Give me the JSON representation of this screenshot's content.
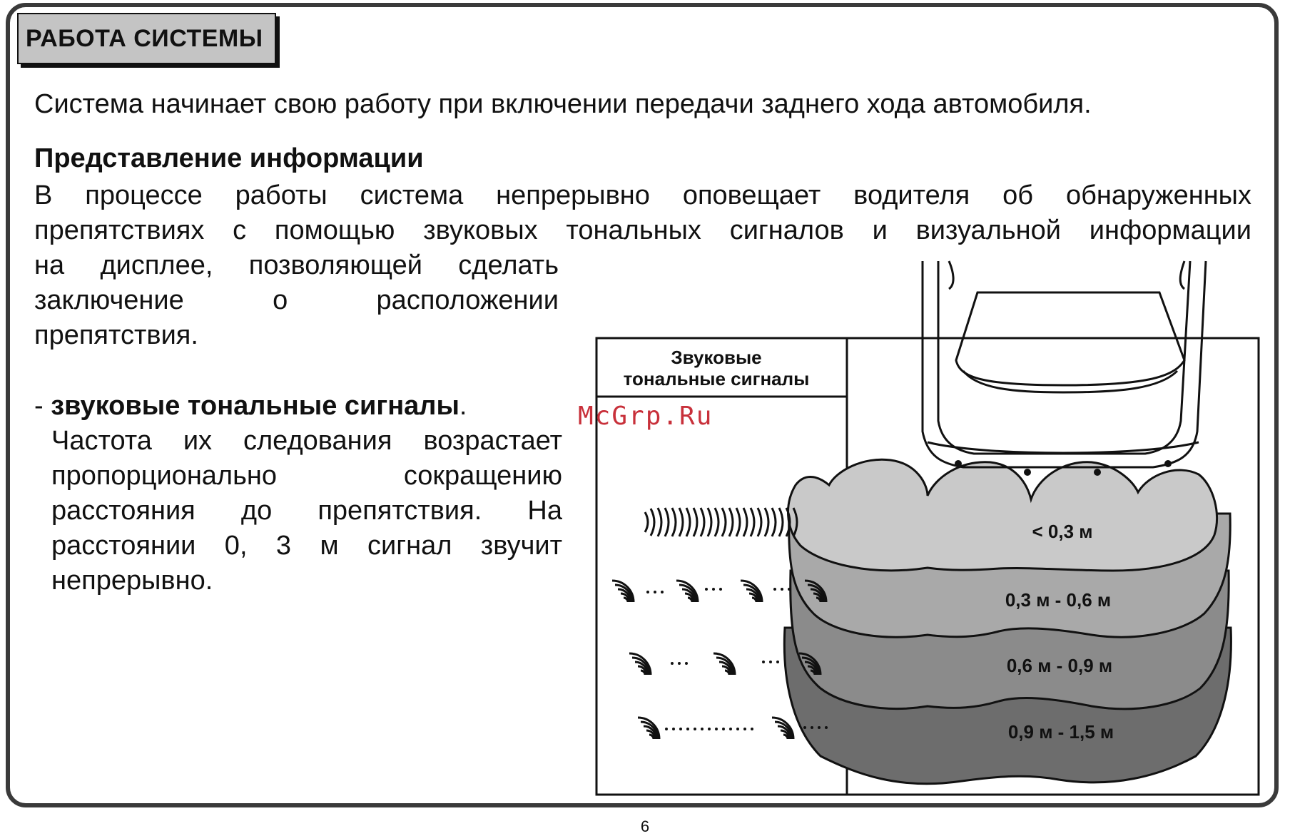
{
  "header": {
    "section_title": "РАБОТА СИСТЕМЫ"
  },
  "intro": "Система начинает свою работу при включении передачи заднего хода автомобиля.",
  "info": {
    "heading": "Представление информации",
    "lines": [
      "В  процессе  работы система непрерывно оповещает водителя  об  обнаруженных",
      "препятствиях с помощью звуковых тональных сигналов и визуальной информации",
      "на дисплее, позволяющей   сделать",
      "заключение      о      расположении",
      "препятствия."
    ]
  },
  "bullet": {
    "dash": "-",
    "bold": "звуковые  тональные  сигналы",
    "period": ".",
    "lines": [
      "Частота их следования возрастает",
      "пропорционально      сокращению",
      "расстояния   до   препятствия.   На",
      "расстоянии   0, 3 м    сигнал звучит",
      "непрерывно."
    ]
  },
  "figure": {
    "legend_header_line1": "Звуковые",
    "legend_header_line2": "тональные сигналы",
    "zones": [
      {
        "label": "< 0,3 м",
        "color": "#c9c9c9"
      },
      {
        "label": "0,3 м - 0,6 м",
        "color": "#a9a9a9"
      },
      {
        "label": "0,6 м - 0,9 м",
        "color": "#8b8b8b"
      },
      {
        "label": "0,9 м - 1,5 м",
        "color": "#6d6d6d"
      }
    ],
    "sensor_count": 4
  },
  "watermark": "McGrp.Ru",
  "page_number": "6"
}
